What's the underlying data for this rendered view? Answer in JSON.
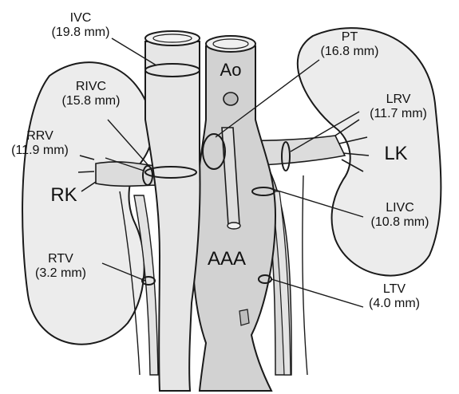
{
  "labels": {
    "ivc": {
      "name": "IVC",
      "value": "(19.8 mm)"
    },
    "pt": {
      "name": "PT",
      "value": "(16.8 mm)"
    },
    "rivc": {
      "name": "RIVC",
      "value": "(15.8 mm)"
    },
    "lrv": {
      "name": "LRV",
      "value": "(11.7 mm)"
    },
    "rrv": {
      "name": "RRV",
      "value": "(11.9 mm)"
    },
    "livc": {
      "name": "LIVC",
      "value": "(10.8 mm)"
    },
    "rtv": {
      "name": "RTV",
      "value": "(3.2 mm)"
    },
    "ltv": {
      "name": "LTV",
      "value": "(4.0 mm)"
    }
  },
  "organs": {
    "ao": "Ao",
    "rk": "RK",
    "lk": "LK",
    "aaa": "AAA"
  },
  "colors": {
    "ink": "#1a1a1a",
    "kidney_fill": "#ececec",
    "vessel_fill": "#dcdcdc",
    "aneurysm_fill": "#d2d2d2"
  }
}
